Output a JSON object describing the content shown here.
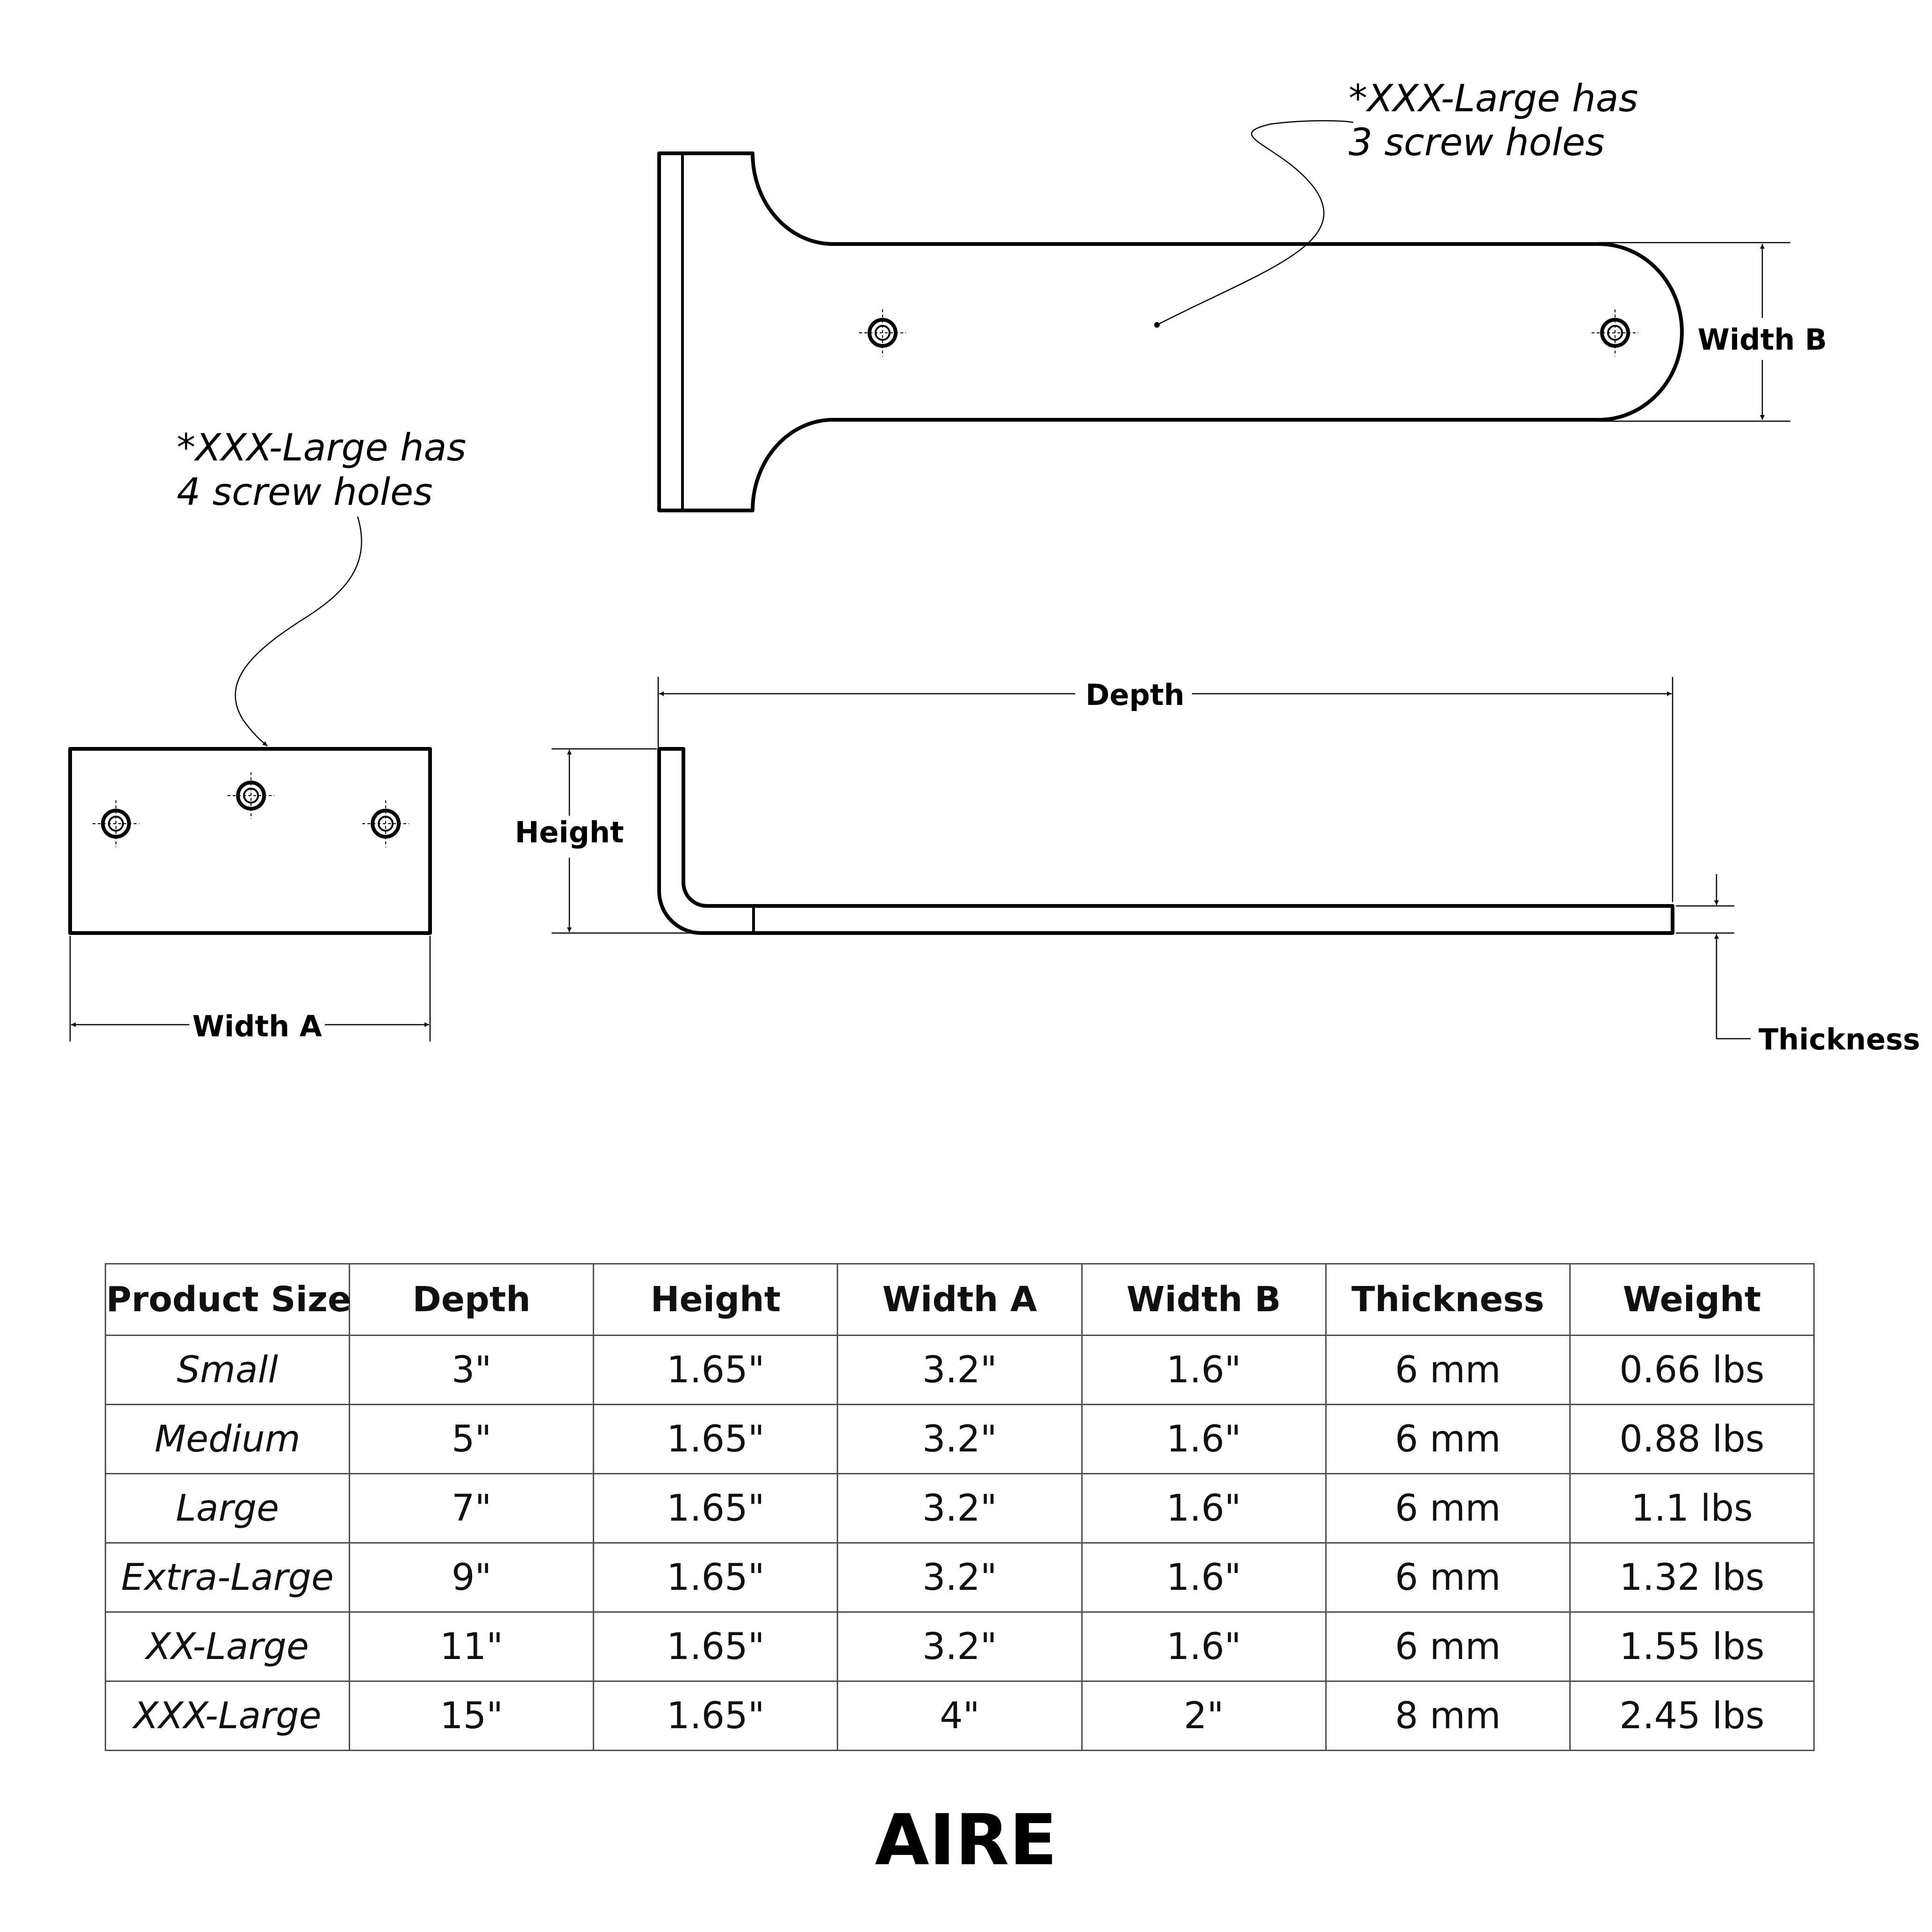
{
  "notes": {
    "top_line1": "*XXX-Large has",
    "top_line2": "3 screw holes",
    "left_line1": "*XXX-Large has",
    "left_line2": "4 screw holes"
  },
  "dimensions": {
    "width_b": "Width B",
    "depth": "Depth",
    "height": "Height",
    "width_a": "Width A",
    "thickness": "Thickness"
  },
  "table": {
    "headers": [
      "Product Size",
      "Depth",
      "Height",
      "Width A",
      "Width B",
      "Thickness",
      "Weight"
    ],
    "rows": [
      [
        "Small",
        "3\"",
        "1.65\"",
        "3.2\"",
        "1.6\"",
        "6 mm",
        "0.66 lbs"
      ],
      [
        "Medium",
        "5\"",
        "1.65\"",
        "3.2\"",
        "1.6\"",
        "6 mm",
        "0.88 lbs"
      ],
      [
        "Large",
        "7\"",
        "1.65\"",
        "3.2\"",
        "1.6\"",
        "6 mm",
        "1.1 lbs"
      ],
      [
        "Extra-Large",
        "9\"",
        "1.65\"",
        "3.2\"",
        "1.6\"",
        "6 mm",
        "1.32 lbs"
      ],
      [
        "XX-Large",
        "11\"",
        "1.65\"",
        "3.2\"",
        "1.6\"",
        "6 mm",
        "1.55 lbs"
      ],
      [
        "XXX-Large",
        "15\"",
        "1.65\"",
        "4\"",
        "2\"",
        "8 mm",
        "2.45 lbs"
      ]
    ]
  },
  "brand": "AIRE"
}
